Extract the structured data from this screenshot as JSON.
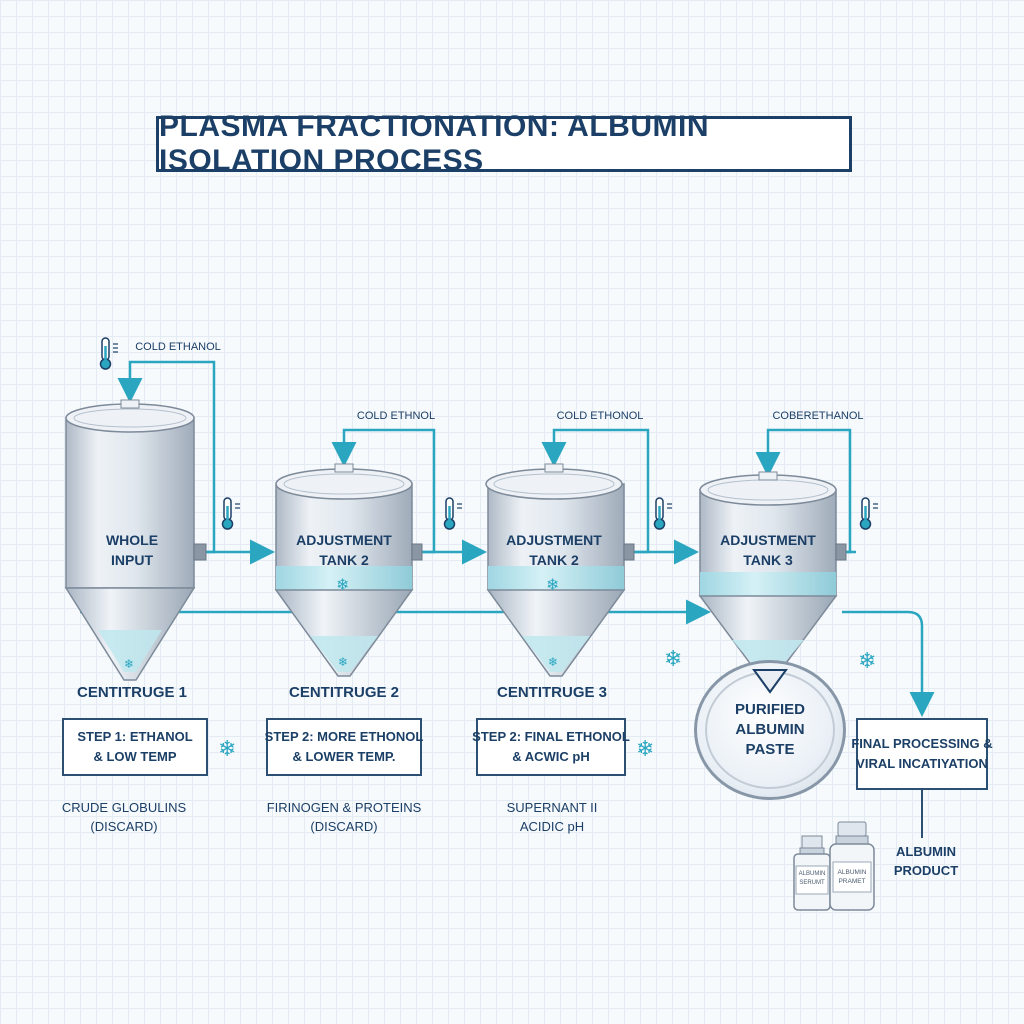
{
  "title": "PLASMA FRACTIONATION:  ALBUMIN ISOLATION PROCESS",
  "ethanol_labels": [
    "COLD ETHANOL",
    "COLD ETHNOL",
    "COLD ETHONOL",
    "COBERETHANOL"
  ],
  "tanks": [
    {
      "line1": "WHOLE",
      "line2": "INPUT"
    },
    {
      "line1": "ADJUSTMENT",
      "line2": "TANK 2"
    },
    {
      "line1": "ADJUSTMENT",
      "line2": "TANK 2"
    },
    {
      "line1": "ADJUSTMENT",
      "line2": "TANK 3"
    }
  ],
  "centrifuges": [
    "CENTITRUGE 1",
    "CENTITRUGE 2",
    "CENTITRUGE 3"
  ],
  "steps": [
    {
      "line1": "STEP 1: ETHANOL",
      "line2": "& LOW TEMP"
    },
    {
      "line1": "STEP 2: MORE ETHONOL",
      "line2": "& LOWER TEMP."
    },
    {
      "line1": "STEP 2: FINAL ETHONOL",
      "line2": "& ACWIC pH"
    }
  ],
  "byproducts": [
    {
      "line1": "CRUDE GLOBULINS",
      "line2": "(DISCARD)"
    },
    {
      "line1": "FIRINOGEN & PROTEINS",
      "line2": "(DISCARD)"
    },
    {
      "line1": "SUPERNANT II",
      "line2": "ACIDIC pH"
    }
  ],
  "paste": {
    "line1": "PURIFIED",
    "line2": "ALBUMIN",
    "line3": "PASTE"
  },
  "final_step": {
    "line1": "FINAL PROCESSING &",
    "line2": "VIRAL INCATIYATION"
  },
  "product": {
    "line1": "ALBUMIN",
    "line2": "PRODUCT"
  },
  "vial_labels": [
    {
      "line1": "ALBUMIN",
      "line2": "SERUMT"
    },
    {
      "line1": "ALBUMIN",
      "line2": "PRAMET"
    }
  ],
  "colors": {
    "navy": "#1b3f66",
    "teal": "#2aa6c0",
    "liquid": "#bfe7ef",
    "steel": "#b9c4d0"
  },
  "icons": [
    "thermometer-icon",
    "snowflake-icon"
  ]
}
